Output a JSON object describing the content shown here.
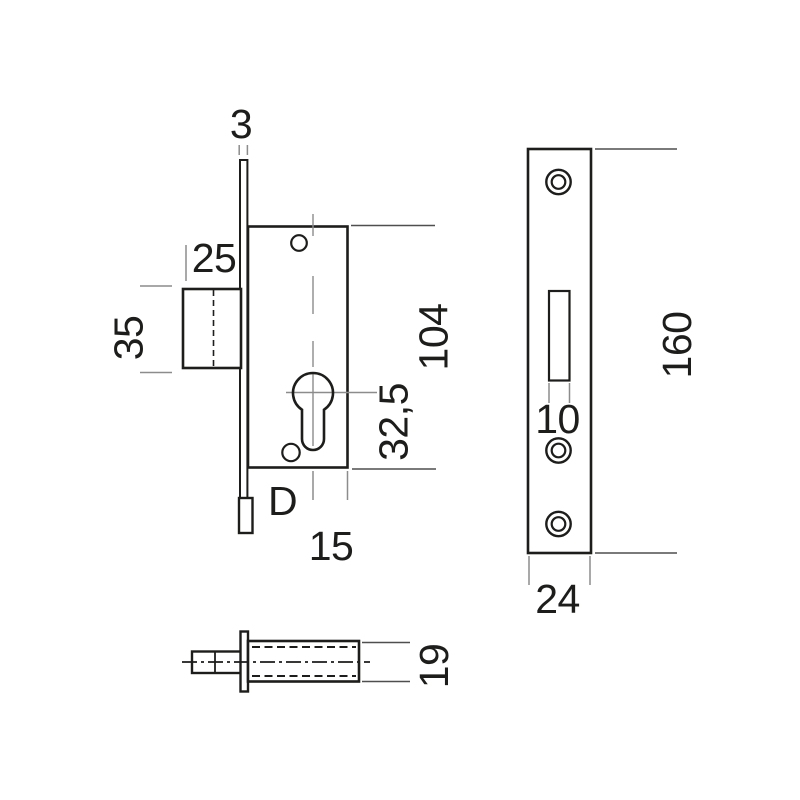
{
  "drawing": {
    "front_view": {
      "faceplate_thickness": "3",
      "bolt_throw": "25",
      "bolt_height": "35",
      "body_height": "104",
      "cylinder_to_bottom": "32,5",
      "backset": "D",
      "body_depth": "15"
    },
    "strike_plate": {
      "height": "160",
      "slot_width": "10",
      "width": "24"
    },
    "bottom_view": {
      "cylinder_diameter": "19"
    },
    "colors": {
      "object_line": "#1d1d1b",
      "dimension_line": "#4f4f4f",
      "centerline": "#8c8c8c",
      "background": "#ffffff"
    }
  }
}
